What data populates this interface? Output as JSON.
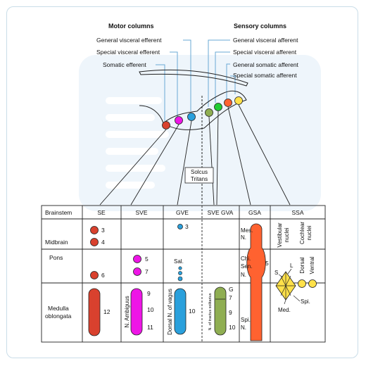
{
  "headings": {
    "motor": "Motor columns",
    "sensory": "Sensory columns"
  },
  "motor_labels": [
    "General visceral efferent",
    "Special visceral efferent",
    "Somatic efferent"
  ],
  "sensory_labels": [
    "General visceral afferent",
    "Special visceral afferent",
    "General somatic afferent",
    "Special somatic afferent"
  ],
  "sulcus": [
    "Solcus",
    "Tritans"
  ],
  "table": {
    "headers": [
      "Brainstem",
      "SE",
      "SVE",
      "GVE",
      "SVE GVA",
      "GSA",
      "SSA"
    ],
    "rows": [
      "Midbrain",
      "Pons",
      "Medulla",
      "oblongata"
    ]
  },
  "numbers": {
    "se": [
      "3",
      "4",
      "6",
      "12"
    ],
    "sve": [
      "5",
      "7",
      "9",
      "10",
      "11"
    ],
    "gve": [
      "3",
      "10"
    ],
    "gva": [
      "G",
      "7",
      "9",
      "10"
    ],
    "gsa": [
      "5"
    ]
  },
  "nuclei": {
    "ambiguus": "N. Ambiguus",
    "vagus": "Dorsal N. of vagus",
    "solitarius": "N. of tractus solitarius",
    "salivatory": "Sal.",
    "mes": [
      "Mes.",
      "N."
    ],
    "chief": [
      "Chi.",
      "Sen.",
      "N."
    ],
    "spinal": [
      "Spi.",
      "N."
    ],
    "vestibular": [
      "Vestibular",
      "nuclei"
    ],
    "cochlear": [
      "Cochlear",
      "nuclei"
    ],
    "dorsal": "Dorsal",
    "ventral": "Ventral",
    "s": "S",
    "l": "L",
    "med": "Med.",
    "spi": "Spi."
  },
  "colors": {
    "se": "#d9412e",
    "sve": "#ee15e6",
    "gve": "#2aa0dc",
    "svegva": "#8fae52",
    "gva_green": "#22cc33",
    "gsa": "#ff6230",
    "ssa": "#ffe14a",
    "frame": "#c9dde8",
    "watermark": "#eef5fb"
  }
}
